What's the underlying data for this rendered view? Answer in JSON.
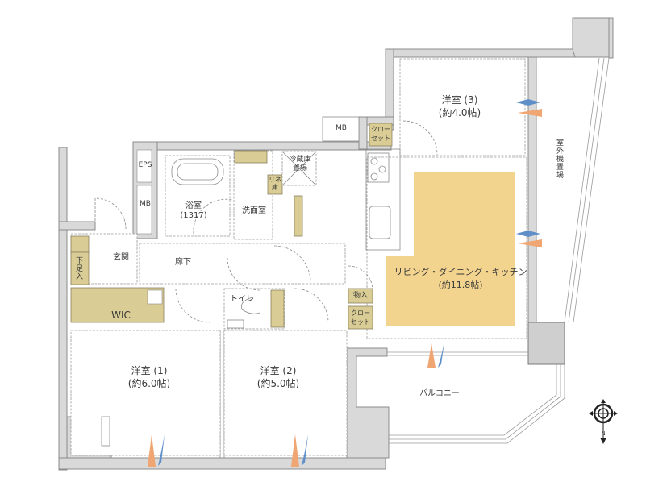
{
  "plan": {
    "colors": {
      "wall": "#d9d9d9",
      "storage": "#d9cc94",
      "ldk_floor": "#f3d48e",
      "ventilation_in": "#5f8fc8",
      "ventilation_out": "#f0a673"
    },
    "rooms": {
      "western3": {
        "name": "洋室 (3)",
        "size": "(約4.0帖)"
      },
      "ldk": {
        "name": "リビング・ダイニング・キッチン",
        "size": "(約11.8帖)"
      },
      "western1": {
        "name": "洋室 (1)",
        "size": "(約6.0帖)"
      },
      "western2": {
        "name": "洋室 (2)",
        "size": "(約5.0帖)"
      },
      "bath": {
        "name": "浴室",
        "size": "(1317)"
      },
      "washroom": {
        "name": "洗面室"
      },
      "hallway": {
        "name": "廊下"
      },
      "entrance": {
        "name": "玄関"
      },
      "toilet": {
        "name": "トイレ"
      },
      "balcony": {
        "name": "バルコニー"
      },
      "outdoor_unit": {
        "name": "室外機置場"
      }
    },
    "storage": {
      "wic": "WIC",
      "shoe_box": "下足入",
      "closet_top": "クローゼット",
      "closet_bottom": "クローゼット",
      "storage_small": "物入",
      "linen": "リネン庫",
      "fridge": "冷蔵庫置場"
    },
    "shafts": {
      "eps": "EPS",
      "mb_left": "MB",
      "mb_top": "MB"
    },
    "compass": {
      "label": "N"
    }
  }
}
